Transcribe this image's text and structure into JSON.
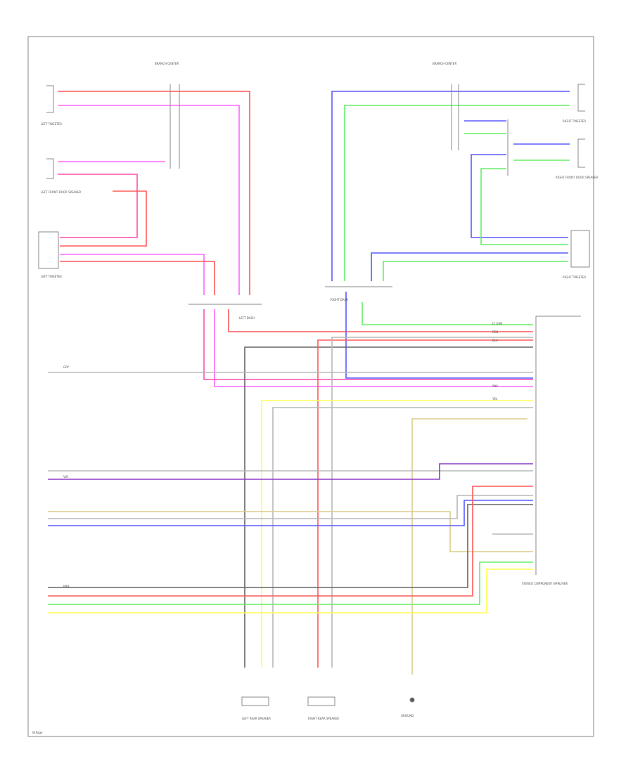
{
  "diagram": {
    "footer_code": "W.Page",
    "colors": {
      "red": "#ff5a5a",
      "pink": "#ff4fb0",
      "magenta": "#ff66ff",
      "blue": "#5a5aff",
      "green": "#66ee66",
      "yellow": "#ffff55",
      "gray": "#b8b8b8",
      "darkgray": "#666666",
      "purple": "#8c3cc8",
      "black": "#333333",
      "tan": "#ddcc88"
    },
    "labels": {
      "left_top_connector": "BRANCH CENTER",
      "right_top_connector": "BRANCH CENTER",
      "left_tweeter": "LEFT TWEETER",
      "left_door_speaker": "LEFT FRONT DOOR SPEAKER",
      "left_tweeter_lower": "LEFT TWEETER",
      "right_tweeter": "RIGHT TWEETER",
      "right_door_speaker": "RIGHT FRONT DOOR SPEAKER",
      "right_tweeter_lower": "RIGHT TWEETER",
      "left_joint": "LEFT DASH",
      "right_joint": "RIGHT DASH",
      "stereo_unit": "STEREO COMPONENT AMPLIFIER",
      "left_rear_speaker": "LEFT REAR SPEAKER",
      "right_rear_speaker": "RIGHT REAR SPEAKER",
      "ground": "GROUND",
      "wire_lbl_1": "LT GRN",
      "wire_lbl_2": "RED",
      "wire_lbl_3": "BLU",
      "wire_lbl_4": "PNK",
      "wire_lbl_5": "YEL",
      "wire_lbl_6": "GRY",
      "wire_lbl_7": "VIO",
      "wire_lbl_8": "BRN"
    }
  }
}
